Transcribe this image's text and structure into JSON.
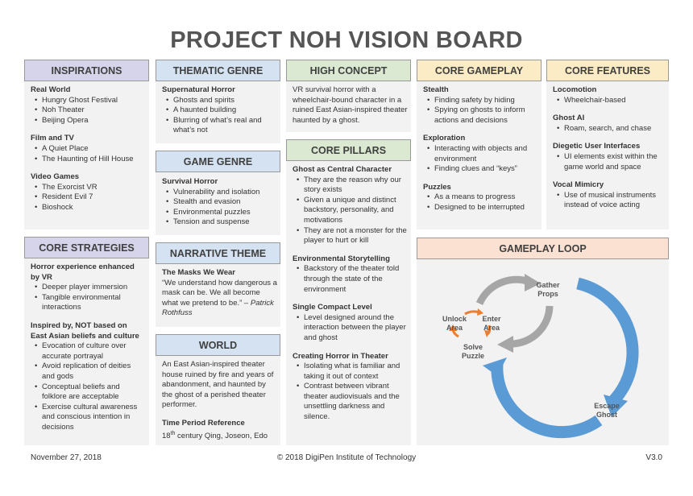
{
  "title": "PROJECT NOH VISION BOARD",
  "inspirations": {
    "header": "INSPIRATIONS",
    "groups": [
      {
        "title": "Real World",
        "items": [
          "Hungry Ghost Festival",
          "Noh Theater",
          "Beijing Opera"
        ]
      },
      {
        "title": "Film and TV",
        "items": [
          "A Quiet Place",
          "The Haunting of Hill House"
        ]
      },
      {
        "title": "Video Games",
        "items": [
          "The Exorcist VR",
          "Resident Evil 7",
          "Bioshock"
        ]
      }
    ]
  },
  "core_strategies": {
    "header": "CORE STRATEGIES",
    "groups": [
      {
        "title": "Horror experience enhanced by VR",
        "items": [
          "Deeper player immersion",
          "Tangible environmental interactions"
        ]
      },
      {
        "title": "Inspired by, NOT based on East Asian beliefs and culture",
        "items": [
          "Evocation of culture over accurate portrayal",
          "Avoid replication of deities and gods",
          "Conceptual beliefs and folklore are acceptable",
          "Exercise cultural awareness and conscious intention in decisions"
        ]
      }
    ]
  },
  "thematic_genre": {
    "header": "THEMATIC GENRE",
    "title": "Supernatural Horror",
    "items": [
      "Ghosts and spirits",
      "A haunted building",
      "Blurring of what’s real and what’s not"
    ]
  },
  "game_genre": {
    "header": "GAME GENRE",
    "title": "Survival Horror",
    "items": [
      "Vulnerability and isolation",
      "Stealth and evasion",
      "Environmental puzzles",
      "Tension and suspense"
    ]
  },
  "narrative_theme": {
    "header": "NARRATIVE THEME",
    "title": "The Masks We Wear",
    "quote": "“We understand how dangerous a mask can be. We all become what we pretend to be.” –",
    "author": "Patrick Rothfuss"
  },
  "world": {
    "header": "WORLD",
    "text": "An East Asian-inspired theater house ruined by fire and years of abandonment, and haunted by the ghost of a perished theater performer.",
    "period_title": "Time Period Reference",
    "period_num": "18",
    "period_sup": "th",
    "period_rest": " century Qing, Joseon, Edo"
  },
  "high_concept": {
    "header": "HIGH CONCEPT",
    "text": "VR survival horror with a wheelchair-bound character in a ruined East Asian-inspired theater haunted by a ghost."
  },
  "core_pillars": {
    "header": "CORE PILLARS",
    "groups": [
      {
        "title": "Ghost as Central Character",
        "items": [
          "They are the reason why our story exists",
          "Given a unique and distinct backstory, personality, and motivations",
          "They are not a monster for the player to hurt or kill"
        ]
      },
      {
        "title": "Environmental Storytelling",
        "items": [
          "Backstory of the theater told through the state of the environment"
        ]
      },
      {
        "title": "Single Compact Level",
        "items": [
          "Level designed around the interaction between the player and ghost"
        ]
      },
      {
        "title": "Creating Horror in Theater",
        "items": [
          "Isolating what is familiar and taking it out of context",
          "Contrast between vibrant theater audiovisuals and the unsettling darkness and silence."
        ]
      }
    ]
  },
  "core_gameplay": {
    "header": "CORE GAMEPLAY",
    "groups": [
      {
        "title": "Stealth",
        "items": [
          "Finding safety by hiding",
          "Spying on ghosts to inform actions and decisions"
        ]
      },
      {
        "title": "Exploration",
        "items": [
          "Interacting with objects and environment",
          "Finding clues and “keys”"
        ]
      },
      {
        "title": "Puzzles",
        "items": [
          "As a means to progress",
          "Designed to be interrupted"
        ]
      }
    ]
  },
  "core_features": {
    "header": "CORE FEATURES",
    "groups": [
      {
        "title": "Locomotion",
        "items": [
          "Wheelchair-based"
        ]
      },
      {
        "title": "Ghost AI",
        "items": [
          "Roam, search, and chase"
        ]
      },
      {
        "title": "Diegetic User Interfaces",
        "items": [
          "UI elements exist within the game world and space"
        ]
      },
      {
        "title": "Vocal Mimicry",
        "items": [
          "Use of musical instruments instead of voice acting"
        ]
      }
    ]
  },
  "gameplay_loop": {
    "header": "GAMEPLAY LOOP",
    "nodes": {
      "gather_1": "Gather",
      "gather_2": "Props",
      "unlock_1": "Unlock",
      "unlock_2": "Area",
      "enter_1": "Enter",
      "enter_2": "Area",
      "solve_1": "Solve",
      "solve_2": "Puzzle",
      "escape_1": "Escape",
      "escape_2": "Ghost"
    },
    "colors": {
      "outer": "#5b9bd5",
      "middle": "#a6a6a6",
      "inner": "#ed7d31"
    }
  },
  "footer": {
    "date": "November 27, 2018",
    "copyright": "© 2018 DigiPen Institute of Technology",
    "version": "V3.0"
  }
}
